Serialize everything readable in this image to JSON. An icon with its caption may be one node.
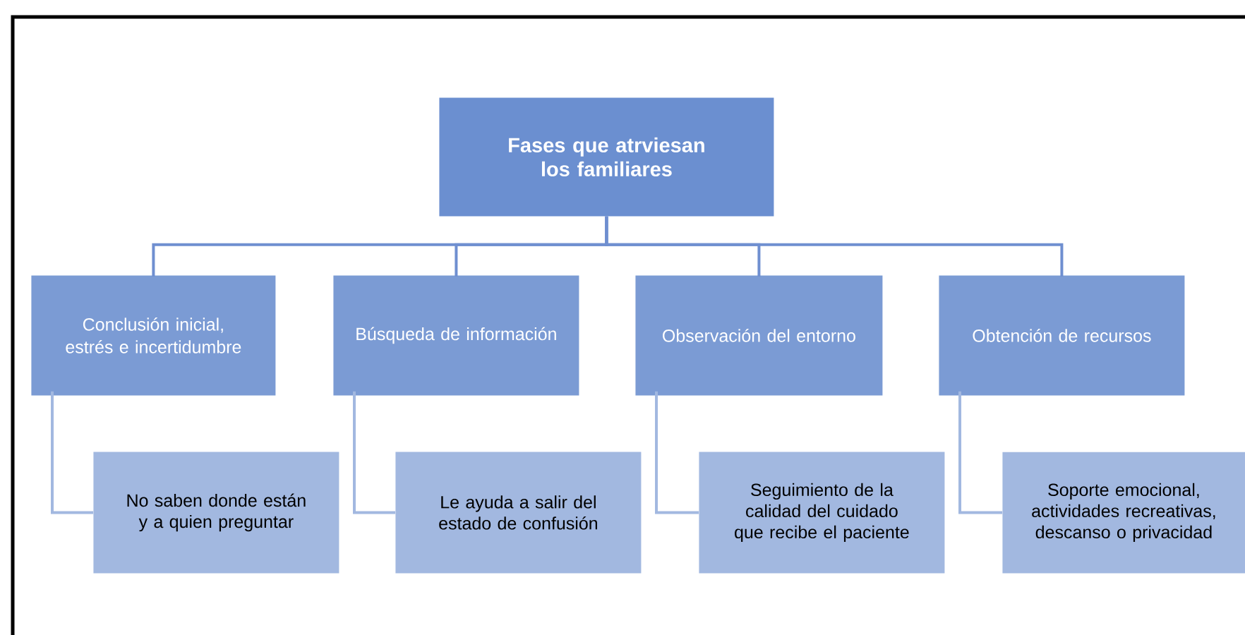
{
  "diagram": {
    "nodes": [
      {
        "text": [
          "Fases que atrviesan los familiares"
        ]
      },
      {
        "text": [
          "Conclusión inicial, estrés e incertidumbre"
        ]
      },
      {
        "text": [
          "Búsqueda de información"
        ]
      },
      {
        "text": [
          "Observación del entorno"
        ]
      },
      {
        "text": [
          "Obtención de recursos"
        ]
      },
      {
        "text": [
          "No saben donde están y a quien preguntar"
        ]
      },
      {
        "text": [
          "Le ayuda a salir del estado de confusión"
        ]
      },
      {
        "text": [
          "Seguimiento de la calidad del cuidado que recibe el paciente"
        ]
      },
      {
        "text": [
          "Soporte emocional, actividades recreativas, descanso o privacidad"
        ]
      }
    ],
    "edges": [
      {
        "from": 0,
        "to": 1,
        "arrow": "none"
      },
      {
        "from": 0,
        "to": 2,
        "arrow": "none"
      },
      {
        "from": 0,
        "to": 3,
        "arrow": "none"
      },
      {
        "from": 0,
        "to": 4,
        "arrow": "none"
      },
      {
        "from": 1,
        "to": 5,
        "arrow": "none"
      },
      {
        "from": 2,
        "to": 6,
        "arrow": "none"
      },
      {
        "from": 3,
        "to": 7,
        "arrow": "none"
      },
      {
        "from": 4,
        "to": 8,
        "arrow": "none"
      }
    ]
  }
}
